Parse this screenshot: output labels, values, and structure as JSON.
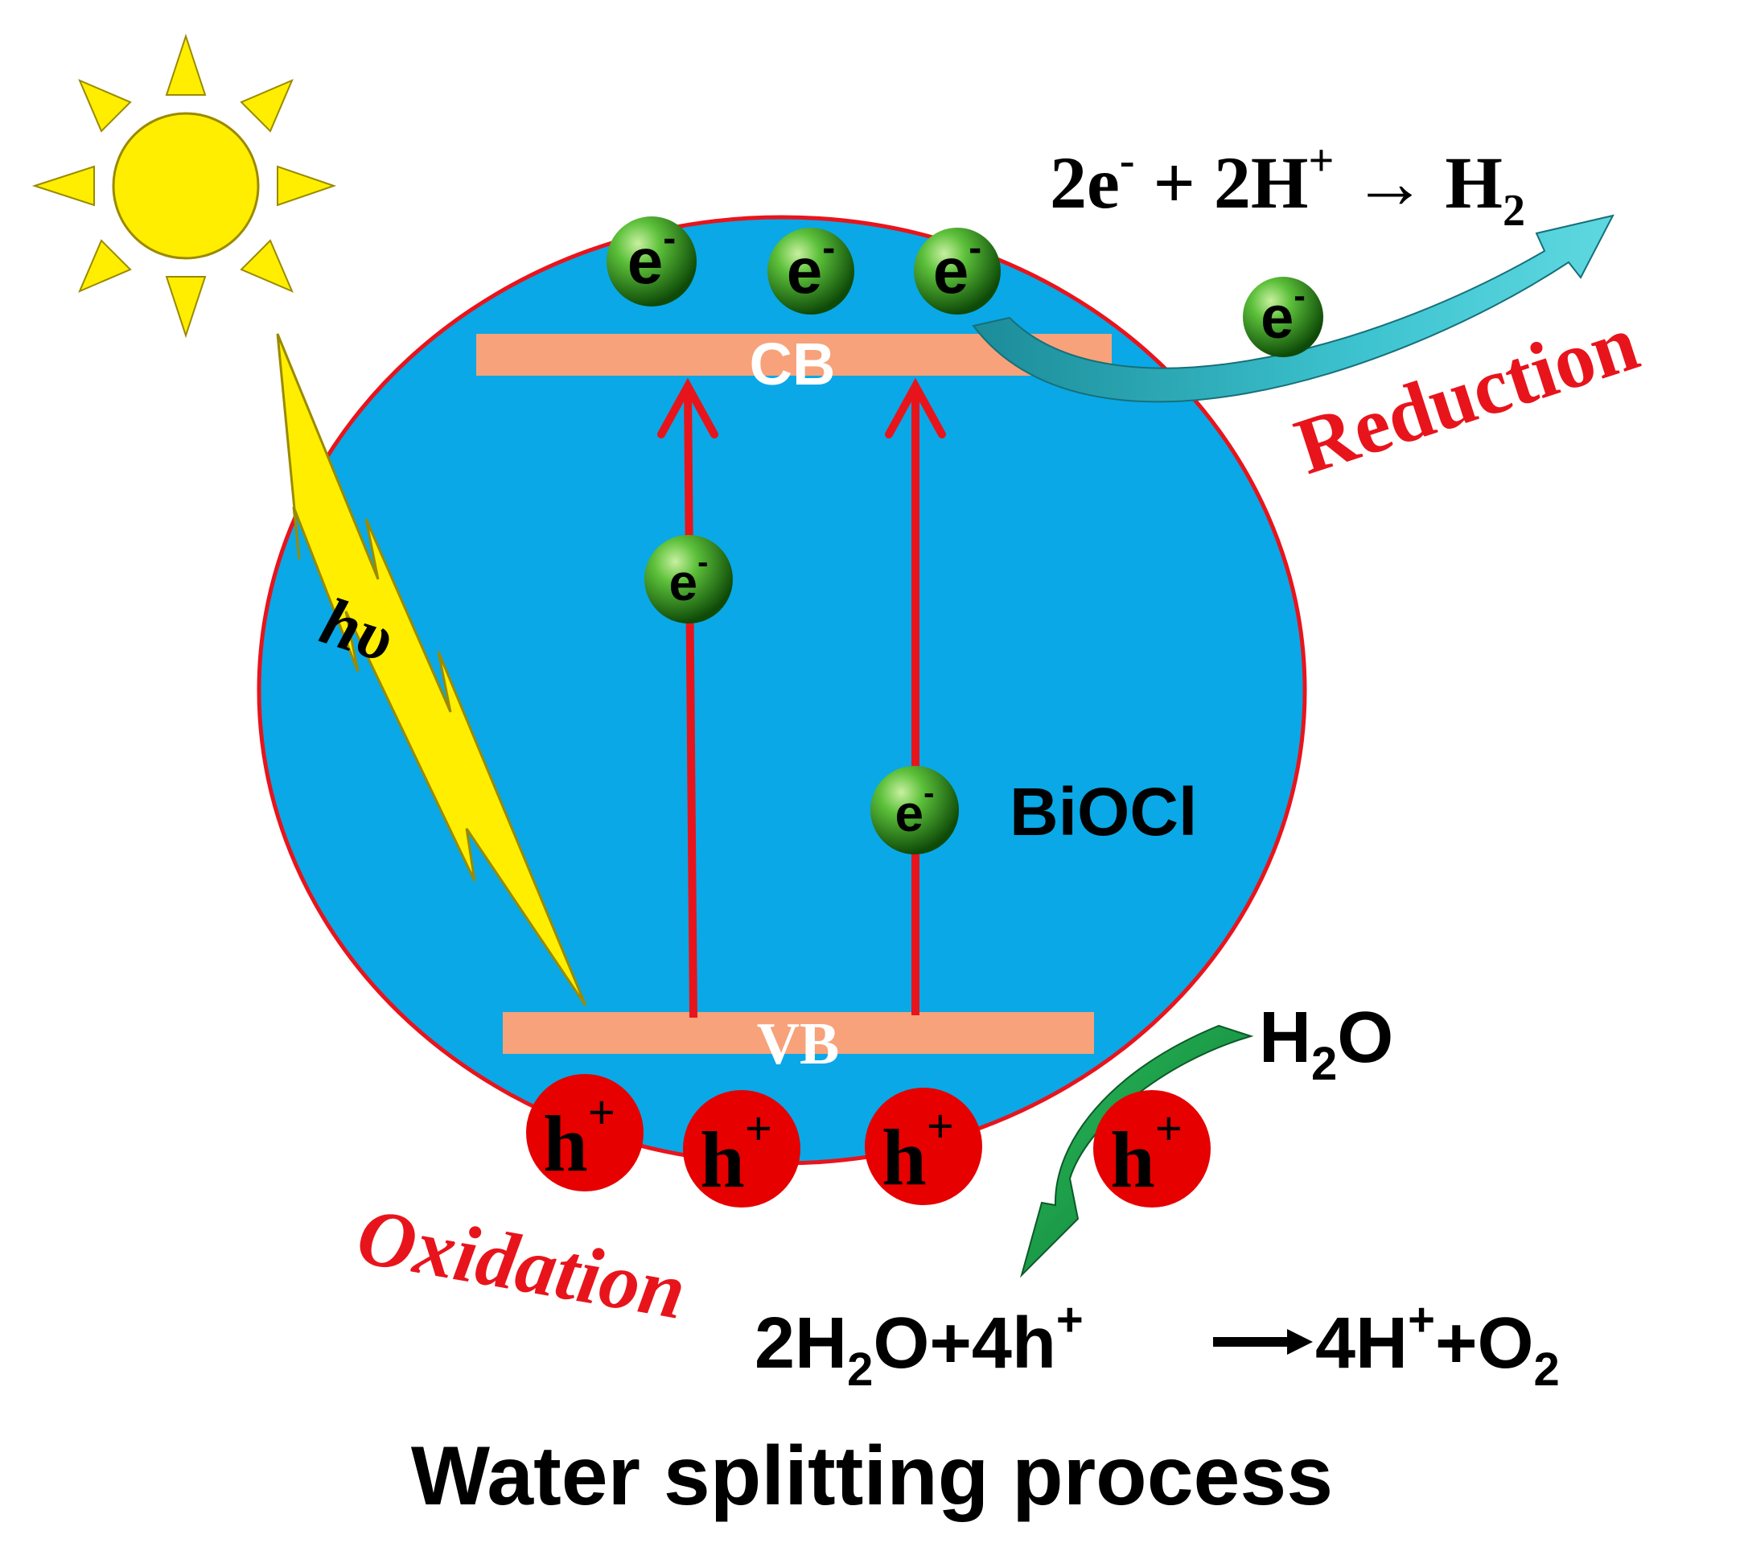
{
  "title": "Water splitting process",
  "material_label": "BiOCl",
  "light_label": "hυ",
  "bands": {
    "conduction": "CB",
    "valence": "VB"
  },
  "carriers": {
    "electron_base": "e",
    "electron_sup": "-",
    "hole_base": "h",
    "hole_sup": "+"
  },
  "reduction": {
    "label": "Reduction",
    "equation": {
      "t1": "2e",
      "s1": "-",
      "t2": " + 2H",
      "s2": "+",
      "t3": " → H",
      "sub": "2"
    }
  },
  "oxidation": {
    "label": "Oxidation",
    "reactant": {
      "base": "H",
      "sub": "2",
      "tail": "O"
    },
    "equation": {
      "t1": "2H",
      "sub1": "2",
      "t2": "O+4h",
      "sup1": "+",
      "t3": "4H",
      "sup2": "+",
      "t4": "+O",
      "sub2": "2"
    }
  },
  "colors": {
    "particle": "#0aa8e6",
    "particle_border": "#e8141c",
    "band": "#f7a27a",
    "electron": "#2f9a1e",
    "hole": "#e60000",
    "excitation_arrow": "#e8141c",
    "label_red": "#e8141c",
    "sun": "#ffee00",
    "lightning": "#ffee00",
    "reduction_arrow": "#2ab3c2",
    "oxidation_arrow": "#1a9a4a"
  }
}
